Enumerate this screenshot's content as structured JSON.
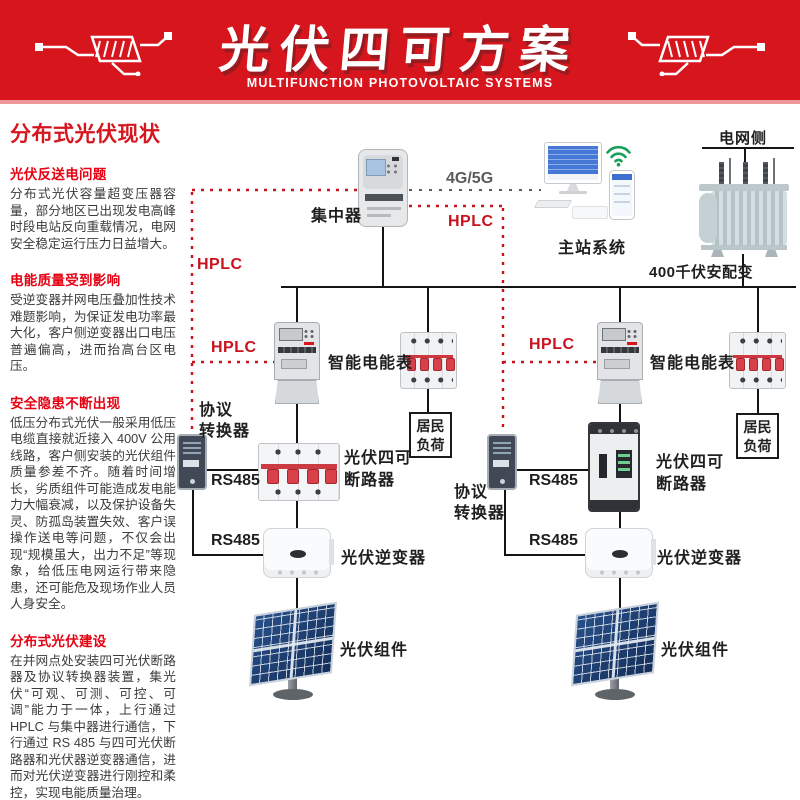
{
  "header": {
    "title": "光伏四可方案",
    "subtitle": "MULTIFUNCTION PHOTOVOLTAIC SYSTEMS"
  },
  "sidebar": {
    "title": "分布式光伏现状",
    "sections": [
      {
        "heading": "光伏反送电问题",
        "body": "分布式光伏容量超变压器容量，部分地区已出现发电高峰时段电站反向重载情况，电网安全稳定运行压力日益增大。"
      },
      {
        "heading": "电能质量受到影响",
        "body": "受逆变器并网电压叠加性技术难题影响，为保证发电功率最大化，客户侧逆变器出口电压普遍偏高，进而抬高台区电压。"
      },
      {
        "heading": "安全隐患不断出现",
        "body": "低压分布式光伏一般采用低压电缆直接就近接入 400V 公用线路，客户侧安装的光伏组件质量参差不齐。随着时间增长，劣质组件可能造成发电能力大幅衰减，以及保护设备失灵、防孤岛装置失效、客户误操作送电等问题，不仅会出现“规模虽大，出力不足”等现象，给低压电网运行带来隐患，还可能危及现场作业人员人身安全。"
      },
      {
        "heading": "分布式光伏建设",
        "body": "在并网点处安装四可光伏断路器及协议转换器装置，集光伏“可观、可测、可控、可调”能力于一体，上行通过 HPLC 与集中器进行通信，下行通过 RS 485 与四可光伏断路器和光伏器逆变器通信，进而对光伏逆变器进行刚控和柔控，实现电能质量治理。"
      }
    ]
  },
  "diagram": {
    "concentrator": "集中器",
    "master_station": "主站系统",
    "grid_side": "电网侧",
    "transformer": "400千伏安配变",
    "smart_meter": "智能电能表",
    "resident_load": {
      "l1": "居民",
      "l2": "负荷"
    },
    "protocol_converter": {
      "l1": "协议",
      "l2": "转换器"
    },
    "pv_breaker": {
      "l1": "光伏四可",
      "l2": "断路器"
    },
    "pv_inverter": "光伏逆变器",
    "pv_module": "光伏组件",
    "hplc": "HPLC",
    "rs485": "RS485",
    "wireless": "4G/5G"
  },
  "colors": {
    "header_red": "#d6151d",
    "accent_red": "#e60012",
    "hplc_red": "#c8121e",
    "line_black": "#141414",
    "wifi_green": "#18a05a",
    "panel_blue": "#1d3f72"
  }
}
